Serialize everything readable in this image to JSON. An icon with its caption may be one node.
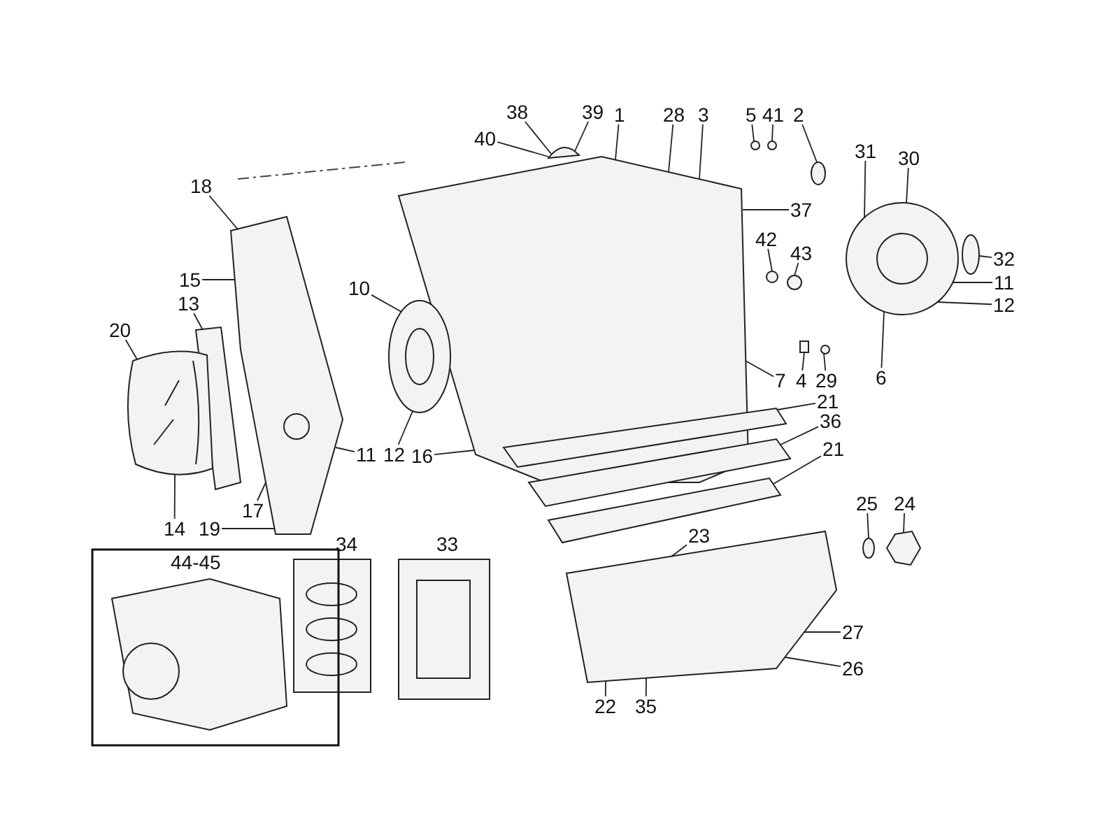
{
  "diagram": {
    "nodes": [
      {
        "text": [
          "38"
        ]
      },
      {
        "text": [
          "39"
        ]
      },
      {
        "text": [
          "40"
        ]
      },
      {
        "text": [
          "1"
        ]
      },
      {
        "text": [
          "28"
        ]
      },
      {
        "text": [
          "3"
        ]
      },
      {
        "text": [
          "5"
        ]
      },
      {
        "text": [
          "41"
        ]
      },
      {
        "text": [
          "2"
        ]
      },
      {
        "text": [
          "31"
        ]
      },
      {
        "text": [
          "30"
        ]
      },
      {
        "text": [
          "18"
        ]
      },
      {
        "text": [
          "37"
        ]
      },
      {
        "text": [
          "42"
        ]
      },
      {
        "text": [
          "43"
        ]
      },
      {
        "text": [
          "32"
        ]
      },
      {
        "text": [
          "15"
        ]
      },
      {
        "text": [
          "13"
        ]
      },
      {
        "text": [
          "11"
        ]
      },
      {
        "text": [
          "10"
        ]
      },
      {
        "text": [
          "12"
        ]
      },
      {
        "text": [
          "20"
        ]
      },
      {
        "text": [
          "7"
        ]
      },
      {
        "text": [
          "4"
        ]
      },
      {
        "text": [
          "29"
        ]
      },
      {
        "text": [
          "6"
        ]
      },
      {
        "text": [
          "21"
        ]
      },
      {
        "text": [
          "36"
        ]
      },
      {
        "text": [
          "11"
        ]
      },
      {
        "text": [
          "12"
        ]
      },
      {
        "text": [
          "16"
        ]
      },
      {
        "text": [
          "21"
        ]
      },
      {
        "text": [
          "25"
        ]
      },
      {
        "text": [
          "24"
        ]
      },
      {
        "text": [
          "17"
        ]
      },
      {
        "text": [
          "14"
        ]
      },
      {
        "text": [
          "19"
        ]
      },
      {
        "text": [
          "23"
        ]
      },
      {
        "text": [
          "27"
        ]
      },
      {
        "text": [
          "26"
        ]
      },
      {
        "text": [
          "22"
        ]
      },
      {
        "text": [
          "35"
        ]
      },
      {
        "text": [],
        "shape": "picture"
      },
      {
        "text": [],
        "shape": "picture"
      },
      {
        "text": [],
        "shape": "circle"
      },
      {
        "text": [],
        "shape": "circle"
      },
      {
        "text": [],
        "shape": "circle"
      },
      {
        "text": [],
        "shape": "picture"
      },
      {
        "text": [],
        "shape": "circle"
      },
      {
        "text": [],
        "shape": "circle"
      },
      {
        "text": [],
        "shape": "circle"
      },
      {
        "text": [],
        "shape": "box"
      },
      {
        "text": [],
        "shape": "circle"
      },
      {
        "text": [],
        "shape": "picture"
      },
      {
        "text": [],
        "shape": "picture"
      },
      {
        "text": [],
        "shape": "picture"
      },
      {
        "text": [],
        "shape": "picture"
      },
      {
        "text": [],
        "shape": "picture"
      },
      {
        "text": [],
        "shape": "picture"
      },
      {
        "text": [],
        "shape": "picture"
      },
      {
        "text": [],
        "shape": "circle"
      },
      {
        "text": [],
        "shape": "picture"
      }
    ],
    "edges": [
      {
        "from": 0,
        "to": 42,
        "arrow": "none"
      },
      {
        "from": 1,
        "to": 42,
        "arrow": "none"
      },
      {
        "from": 2,
        "to": 42,
        "arrow": "none"
      },
      {
        "from": 3,
        "to": 43,
        "arrow": "none"
      },
      {
        "from": 4,
        "to": 43,
        "arrow": "none"
      },
      {
        "from": 5,
        "to": 43,
        "arrow": "none"
      },
      {
        "from": 6,
        "to": 44,
        "arrow": "none"
      },
      {
        "from": 7,
        "to": 45,
        "arrow": "none"
      },
      {
        "from": 8,
        "to": 46,
        "arrow": "none"
      },
      {
        "from": 9,
        "to": 47,
        "arrow": "none"
      },
      {
        "from": 10,
        "to": 47,
        "arrow": "none"
      },
      {
        "from": 11,
        "to": 53,
        "arrow": "none"
      },
      {
        "from": 12,
        "to": 43,
        "arrow": "none"
      },
      {
        "from": 13,
        "to": 49,
        "arrow": "none"
      },
      {
        "from": 14,
        "to": 50,
        "arrow": "none"
      },
      {
        "from": 15,
        "to": 48,
        "arrow": "none"
      },
      {
        "from": 16,
        "to": 53,
        "arrow": "none"
      },
      {
        "from": 17,
        "to": 54,
        "arrow": "none"
      },
      {
        "from": 18,
        "to": 47,
        "arrow": "none"
      },
      {
        "from": 19,
        "to": 43,
        "arrow": "none"
      },
      {
        "from": 20,
        "to": 47,
        "arrow": "none"
      },
      {
        "from": 21,
        "to": 55,
        "arrow": "none"
      },
      {
        "from": 22,
        "to": 43,
        "arrow": "none"
      },
      {
        "from": 23,
        "to": 51,
        "arrow": "none"
      },
      {
        "from": 24,
        "to": 52,
        "arrow": "none"
      },
      {
        "from": 25,
        "to": 47,
        "arrow": "none"
      },
      {
        "from": 26,
        "to": 56,
        "arrow": "none"
      },
      {
        "from": 27,
        "to": 57,
        "arrow": "none"
      },
      {
        "from": 28,
        "to": 53,
        "arrow": "none"
      },
      {
        "from": 29,
        "to": 43,
        "arrow": "none"
      },
      {
        "from": 30,
        "to": 43,
        "arrow": "none"
      },
      {
        "from": 31,
        "to": 58,
        "arrow": "none"
      },
      {
        "from": 32,
        "to": 60,
        "arrow": "none"
      },
      {
        "from": 33,
        "to": 61,
        "arrow": "none"
      },
      {
        "from": 34,
        "to": 53,
        "arrow": "none"
      },
      {
        "from": 35,
        "to": 55,
        "arrow": "none"
      },
      {
        "from": 36,
        "to": 53,
        "arrow": "none"
      },
      {
        "from": 37,
        "to": 59,
        "arrow": "none"
      },
      {
        "from": 38,
        "to": 59,
        "arrow": "none"
      },
      {
        "from": 39,
        "to": 59,
        "arrow": "none"
      },
      {
        "from": 40,
        "to": 59,
        "arrow": "none"
      },
      {
        "from": 41,
        "to": 59,
        "arrow": "none"
      }
    ],
    "labels": [
      "34",
      "33",
      "44-45"
    ]
  }
}
